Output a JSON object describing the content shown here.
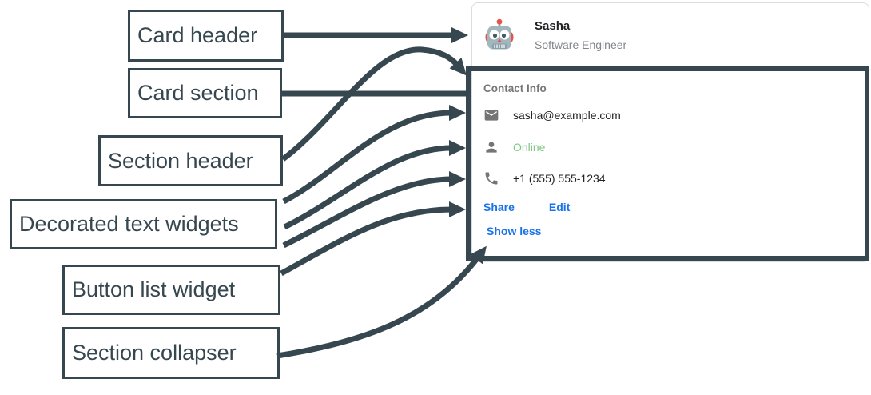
{
  "colors": {
    "annotation_dark": "#37474f",
    "link_blue": "#1a73e8",
    "online_green": "#81c784",
    "icon_gray": "#757575",
    "text_dark": "#202124",
    "subtitle_gray": "#80868b",
    "card_border": "#dadce0"
  },
  "annotations": [
    {
      "label": "Card header",
      "target": "card-header"
    },
    {
      "label": "Card section",
      "target": "card-section-frame"
    },
    {
      "label": "Section header",
      "target": "section-header"
    },
    {
      "label": "Decorated text widgets",
      "target": "decorated-text-rows"
    },
    {
      "label": "Button list widget",
      "target": "button-list"
    },
    {
      "label": "Section collapser",
      "target": "section-collapser"
    }
  ],
  "card": {
    "header": {
      "avatar": "robot-avatar",
      "title": "Sasha",
      "subtitle": "Software Engineer"
    },
    "section": {
      "header": "Contact Info",
      "widgets": [
        {
          "icon": "email-icon",
          "text": "sasha@example.com",
          "style": "dark"
        },
        {
          "icon": "person-icon",
          "text": "Online",
          "style": "green"
        },
        {
          "icon": "phone-icon",
          "text": "+1 (555) 555-1234",
          "style": "dark"
        }
      ],
      "buttons": [
        {
          "label": "Share"
        },
        {
          "label": "Edit"
        }
      ],
      "collapser_label": "Show less"
    }
  }
}
